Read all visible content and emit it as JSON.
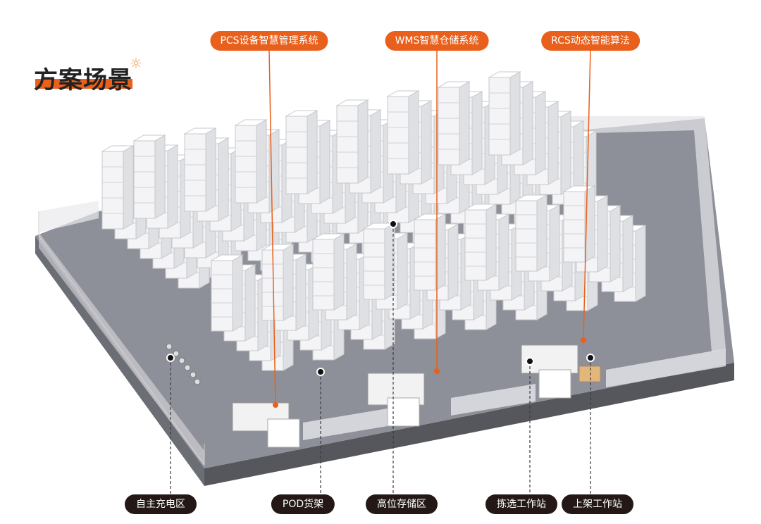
{
  "title": "方案场景",
  "top_callouts": [
    {
      "label": "PCS设备智慧管理系统"
    },
    {
      "label": "WMS智慧仓储系统"
    },
    {
      "label": "RCS动态智能算法"
    }
  ],
  "bottom_callouts": [
    {
      "label": "自主充电区"
    },
    {
      "label": "POD货架"
    },
    {
      "label": "高位存储区"
    },
    {
      "label": "拣选工作站"
    },
    {
      "label": "上架工作站"
    }
  ],
  "colors": {
    "accent": "#e8601c",
    "dark": "#231815",
    "floor": "#8e9099"
  }
}
